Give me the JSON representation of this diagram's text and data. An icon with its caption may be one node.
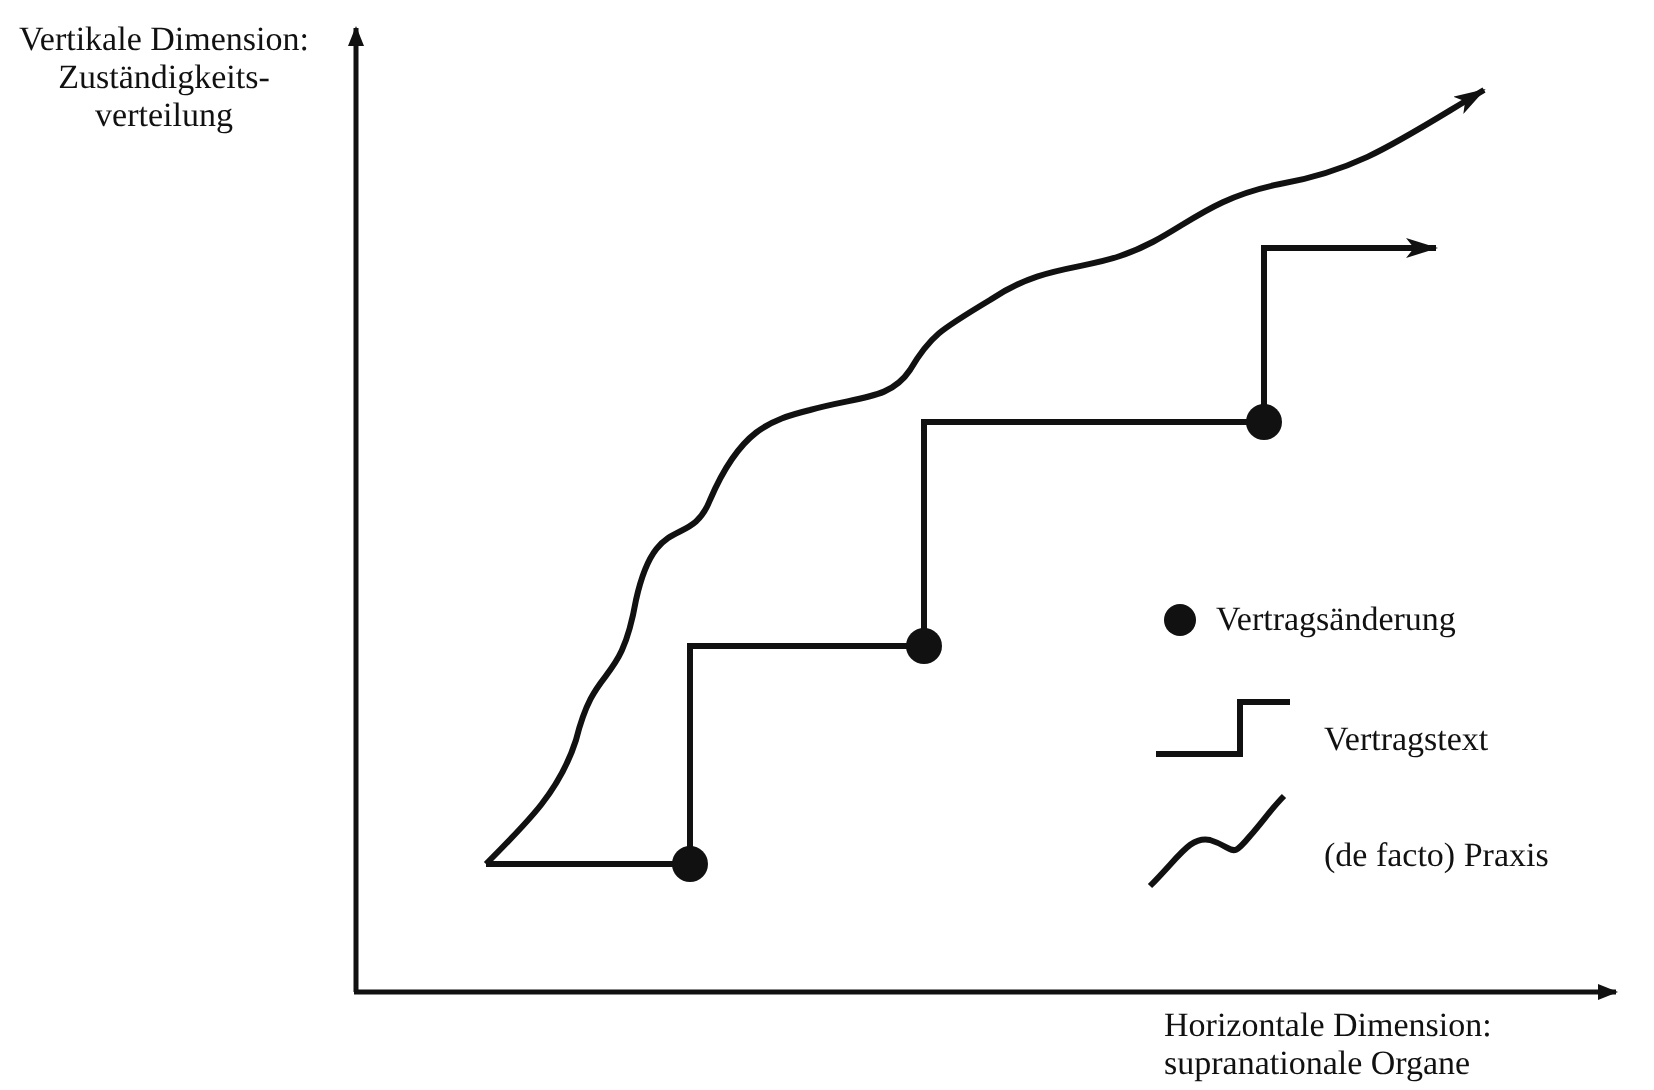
{
  "diagram": {
    "labels": [
      "Vertikale Dimension: Zuständigkeits-verteilung",
      "Horizontale Dimension: supranationale Organe"
    ],
    "legend": [
      {
        "text": "Vertragsänderung"
      },
      {
        "text": "Vertragstext"
      },
      {
        "text": "(de facto) Praxis"
      }
    ]
  }
}
